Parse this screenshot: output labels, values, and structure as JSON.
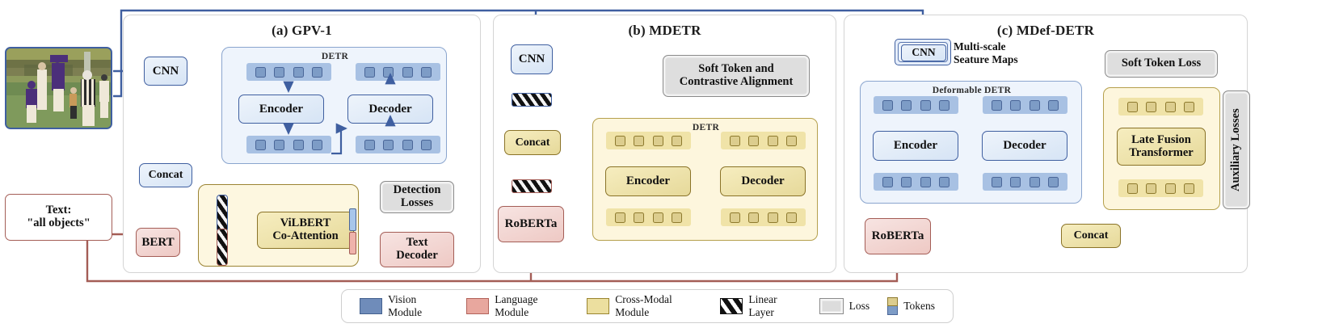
{
  "figure": {
    "panels": [
      {
        "id": "a",
        "title": "(a) GPV-1"
      },
      {
        "id": "b",
        "title": "(b) MDETR"
      },
      {
        "id": "c",
        "title": "(c) MDef-DETR"
      }
    ]
  },
  "inputs": {
    "image_alt": "football-game-photo",
    "text_box": "Text:\n\"all objects\""
  },
  "panel_a": {
    "cnn": "CNN",
    "concat": "Concat",
    "detr_label": "DETR",
    "encoder": "Encoder",
    "decoder": "Decoder",
    "vilbert": "ViLBERT\nCo-Attention",
    "bert": "BERT",
    "detection_losses": "Detection\nLosses",
    "text_decoder": "Text\nDecoder"
  },
  "panel_b": {
    "cnn": "CNN",
    "concat": "Concat",
    "roberta": "RoBERTa",
    "detr_label": "DETR",
    "encoder": "Encoder",
    "decoder": "Decoder",
    "soft_token": "Soft Token and\nContrastive Alignment"
  },
  "panel_c": {
    "cnn": "CNN",
    "multiscale": "Multi-scale\nSeature Maps",
    "deformable_label": "Deformable DETR",
    "encoder": "Encoder",
    "decoder": "Decoder",
    "roberta": "RoBERTa",
    "concat": "Concat",
    "late_fusion": "Late Fusion\nTransformer",
    "soft_token_loss": "Soft Token Loss",
    "auxiliary_losses": "Auxiliary Losses"
  },
  "legend": {
    "items": [
      {
        "key": "vision",
        "label": "Vision Module"
      },
      {
        "key": "language",
        "label": "Language Module"
      },
      {
        "key": "crossmodal",
        "label": "Cross-Modal Module"
      },
      {
        "key": "linear",
        "label": "Linear Layer"
      },
      {
        "key": "loss",
        "label": "Loss"
      },
      {
        "key": "tokens",
        "label": "Tokens"
      }
    ]
  },
  "colors": {
    "vision": "#3f5fa0",
    "language": "#a45d56",
    "crossmodal": "#8a7328",
    "loss_border": "#8a8a8a",
    "panel_border": "#d4d4d4"
  },
  "tokens": {
    "per_row": 4
  }
}
